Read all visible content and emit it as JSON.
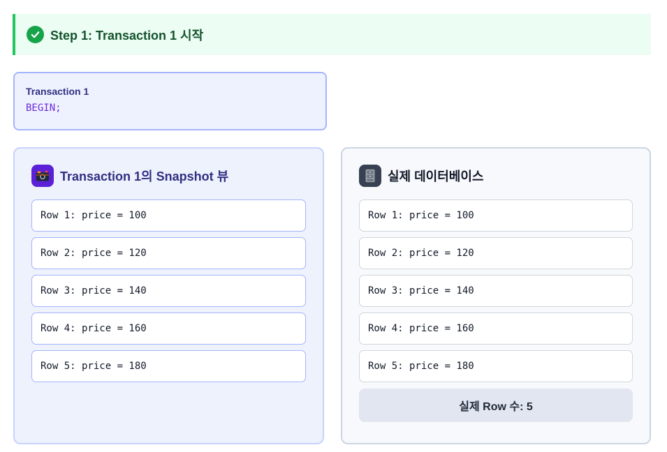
{
  "step": {
    "icon": "check-circle-icon",
    "title": "Step 1: Transaction 1 시작",
    "accent": "#22c55e"
  },
  "transaction": {
    "label": "Transaction 1",
    "code": "BEGIN;"
  },
  "snapshot_panel": {
    "icon": "camera-icon",
    "title": "Transaction 1의 Snapshot 뷰",
    "rows": [
      "Row 1: price = 100",
      "Row 2: price = 120",
      "Row 3: price = 140",
      "Row 4: price = 160",
      "Row 5: price = 180"
    ]
  },
  "database_panel": {
    "icon": "file-cabinet-icon",
    "title": "실제 데이터베이스",
    "rows": [
      "Row 1: price = 100",
      "Row 2: price = 120",
      "Row 3: price = 140",
      "Row 4: price = 160",
      "Row 5: price = 180"
    ],
    "row_count_label": "실제 Row 수: 5"
  }
}
